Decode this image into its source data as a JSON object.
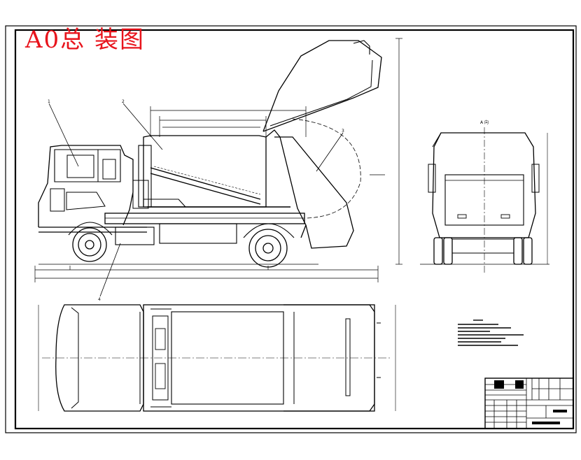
{
  "drawing": {
    "stamp_title": "A0总 装图",
    "stamp_color": "#e8141c",
    "line_color": "#000000",
    "background": "#ffffff"
  },
  "views": [
    {
      "id": "side-elevation",
      "label": "side view of compactor garbage truck with raised tailgate"
    },
    {
      "id": "rear-elevation",
      "label": "rear view"
    },
    {
      "id": "plan-view",
      "label": "top view"
    }
  ],
  "rear_view": {
    "label": "A 向"
  },
  "callouts": [
    "1",
    "2",
    "3",
    "4"
  ]
}
